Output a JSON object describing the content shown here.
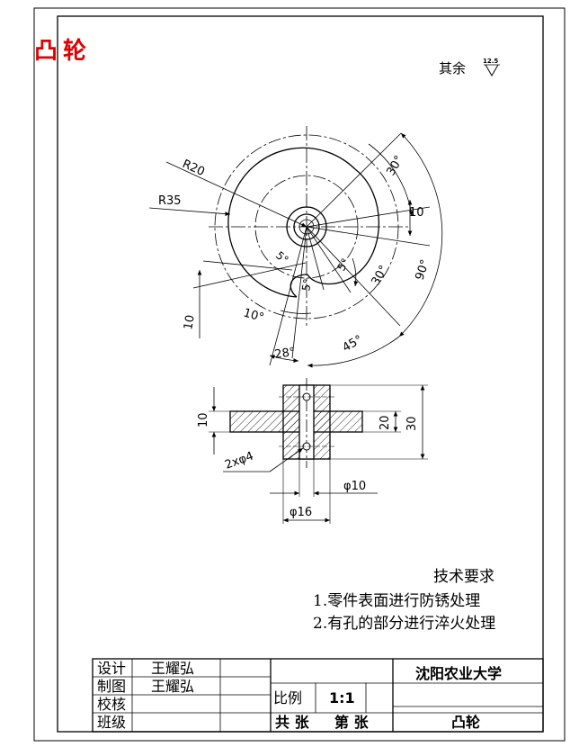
{
  "red_title": "凸轮",
  "surface_note": "其余",
  "roughness_value": "12.5",
  "dims": {
    "r20": "R20",
    "r35": "R35",
    "a30_top": "30°",
    "d10_right": "10",
    "a90": "90°",
    "a5_left": "5°",
    "a5_mid": "5°",
    "a5_small": "5°",
    "a30_mid": "30°",
    "d10_left": "10",
    "a10": "10°",
    "a28": "28°",
    "a45": "45°",
    "d10_section": "10",
    "d20": "20",
    "d30": "30",
    "holes": "2xφ4",
    "phi10": "φ10",
    "phi16": "φ16"
  },
  "tech": {
    "heading": "技术要求",
    "item1": "1.零件表面进行防锈处理",
    "item2": "2.有孔的部分进行淬火处理"
  },
  "title_block": {
    "design_label": "设计",
    "design_name": "王耀弘",
    "draw_label": "制图",
    "draw_name": "王耀弘",
    "check_label": "校核",
    "class_label": "班级",
    "scale_label": "比例",
    "scale_value": "1:1",
    "sheets_label": "共 张",
    "sheet_label": "第 张",
    "university": "沈阳农业大学",
    "part_name": "凸轮"
  }
}
